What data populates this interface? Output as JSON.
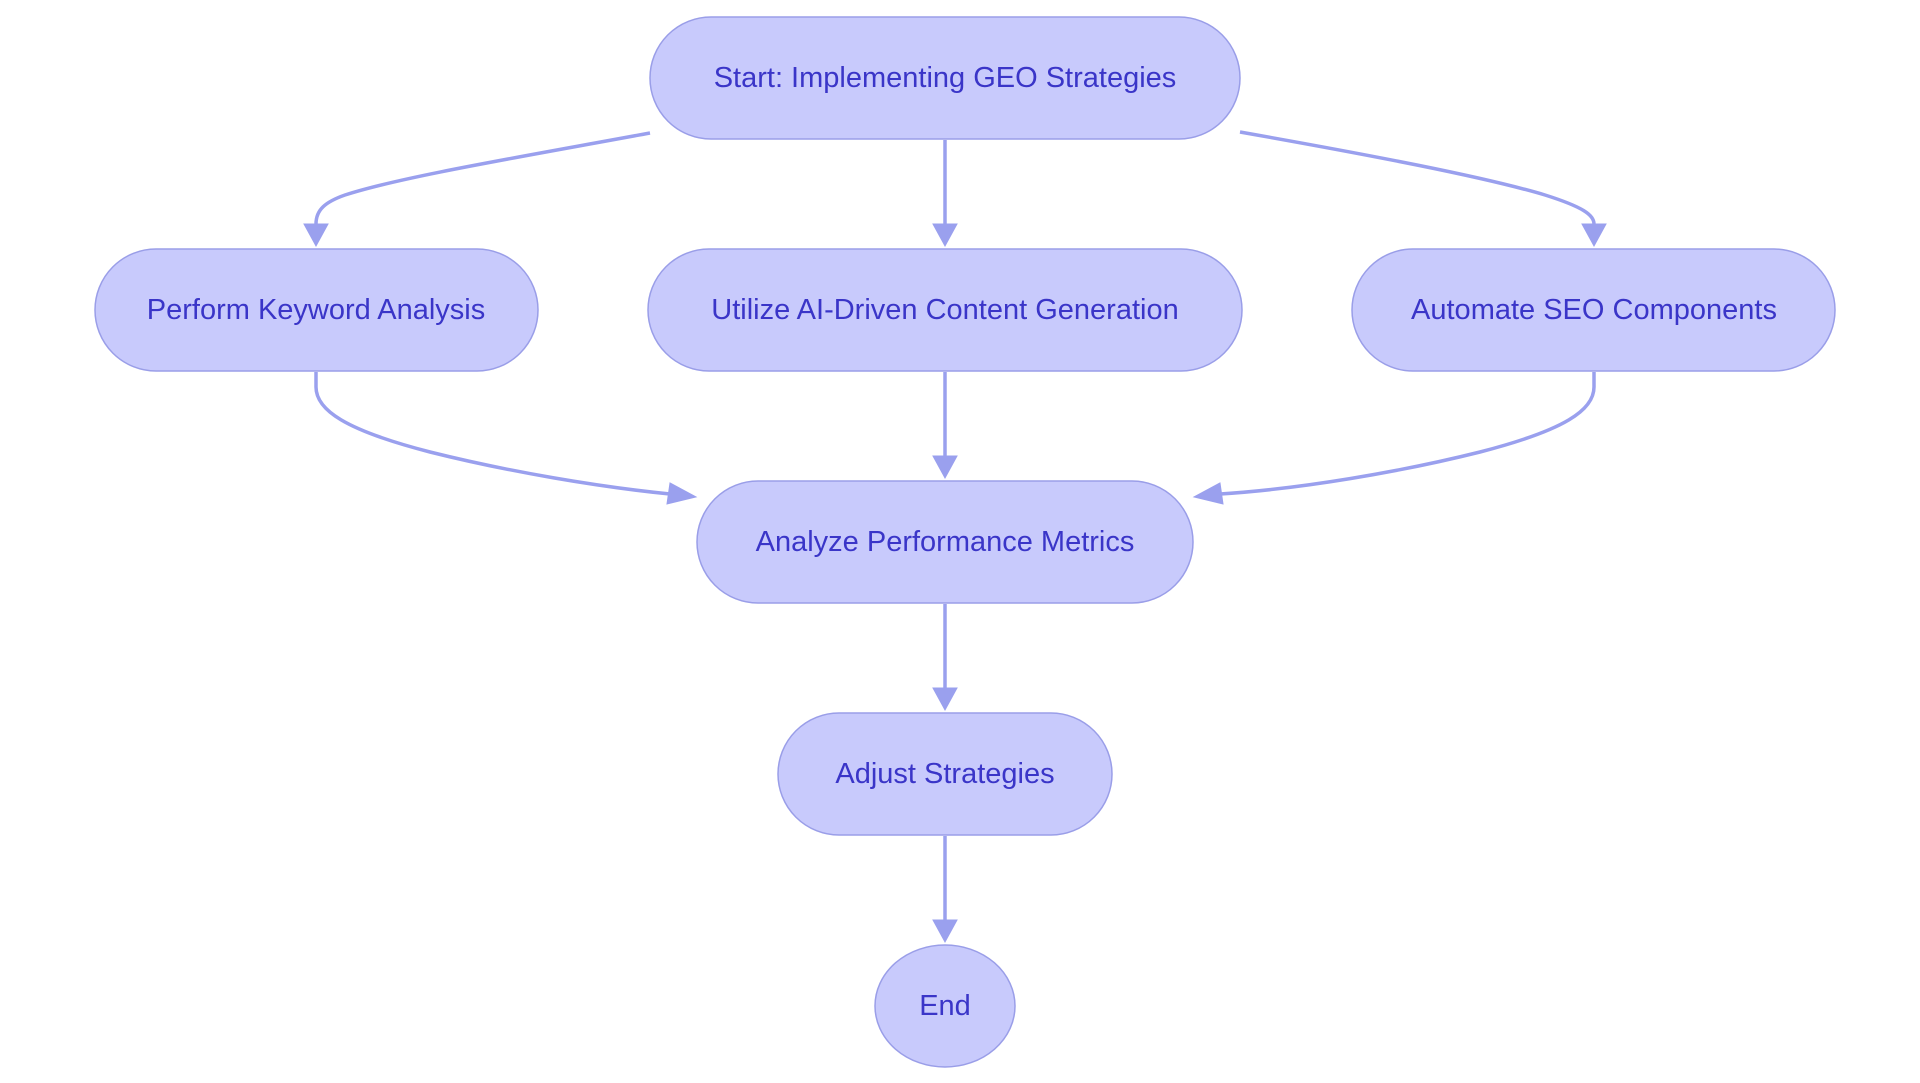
{
  "diagram": {
    "type": "flowchart",
    "colors": {
      "node_fill": "#c8cafc",
      "node_border": "#9a9ee8",
      "edge": "#9aa0ee",
      "label_text": "#3a35c8",
      "background": "#ffffff"
    },
    "nodes": [
      {
        "id": "start",
        "label": "Start: Implementing GEO Strategies",
        "shape": "stadium"
      },
      {
        "id": "keyword",
        "label": "Perform Keyword Analysis",
        "shape": "stadium"
      },
      {
        "id": "ai_content",
        "label": "Utilize AI-Driven Content Generation",
        "shape": "stadium"
      },
      {
        "id": "automate_seo",
        "label": "Automate SEO Components",
        "shape": "stadium"
      },
      {
        "id": "analyze",
        "label": "Analyze Performance Metrics",
        "shape": "stadium"
      },
      {
        "id": "adjust",
        "label": "Adjust Strategies",
        "shape": "stadium"
      },
      {
        "id": "end",
        "label": "End",
        "shape": "circle"
      }
    ],
    "edges": [
      {
        "from": "start",
        "to": "keyword"
      },
      {
        "from": "start",
        "to": "ai_content"
      },
      {
        "from": "start",
        "to": "automate_seo"
      },
      {
        "from": "keyword",
        "to": "analyze"
      },
      {
        "from": "ai_content",
        "to": "analyze"
      },
      {
        "from": "automate_seo",
        "to": "analyze"
      },
      {
        "from": "analyze",
        "to": "adjust"
      },
      {
        "from": "adjust",
        "to": "end"
      }
    ]
  }
}
